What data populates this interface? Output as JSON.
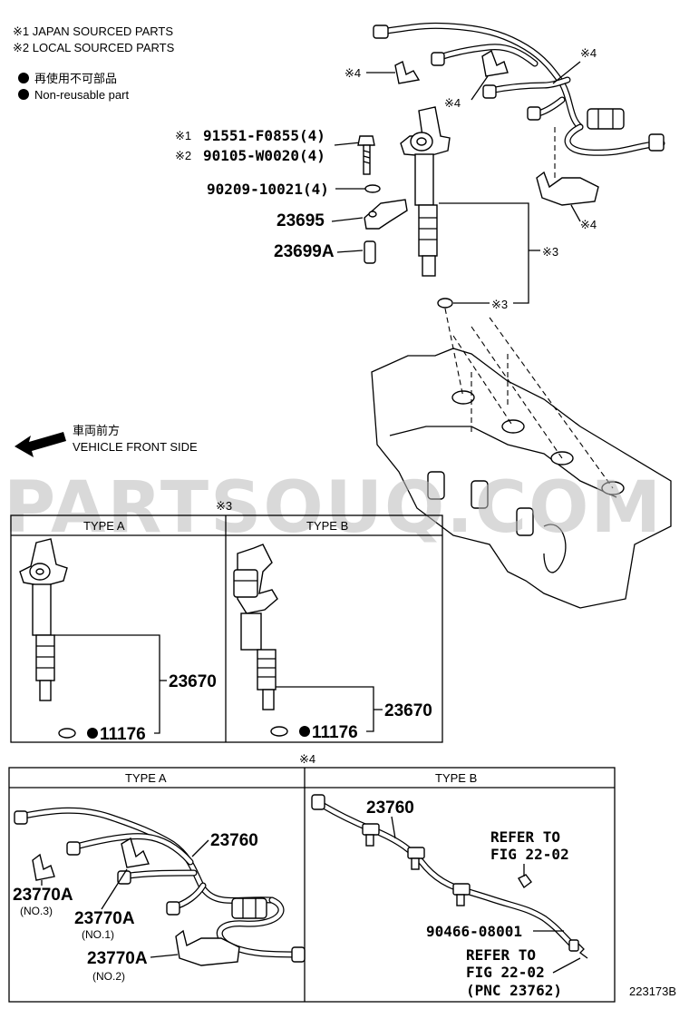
{
  "legend": {
    "note1": "※1 JAPAN SOURCED PARTS",
    "note2": "※2 LOCAL SOURCED PARTS",
    "nonreusable_jp": "再使用不可部品",
    "nonreusable_en": "Non-reusable part"
  },
  "direction": {
    "jp": "車両前方",
    "en": "VEHICLE FRONT SIDE"
  },
  "watermark": "PARTSOUQ.COM",
  "main_labels": {
    "mark1": "※1",
    "mark2": "※2",
    "bolt_jp": "91551-F0855(4)",
    "bolt_local": "90105-W0020(4)",
    "washer": "90209-10021(4)",
    "clamp": "23695",
    "collar": "23699A",
    "mark3": "※3",
    "mark4": "※4"
  },
  "box3": {
    "ref": "※3",
    "type_a": "TYPE A",
    "type_b": "TYPE B",
    "injector_a": "23670",
    "injector_b": "23670",
    "gasket_a": "11176",
    "gasket_b": "11176"
  },
  "box4": {
    "ref": "※4",
    "type_a": "TYPE A",
    "type_b": "TYPE B",
    "hose_a": "23760",
    "bracket1": "23770A",
    "bracket1_note": "(NO.3)",
    "bracket2": "23770A",
    "bracket2_note": "(NO.1)",
    "bracket3": "23770A",
    "bracket3_note": "(NO.2)",
    "hose_b": "23760",
    "refer1_line1": "REFER TO",
    "refer1_line2": "FIG 22-02",
    "part_b": "90466-08001",
    "refer2_line1": "REFER TO",
    "refer2_line2": "FIG 22-02",
    "refer2_pnc": "(PNC 23762)"
  },
  "figure_id": "223173B"
}
